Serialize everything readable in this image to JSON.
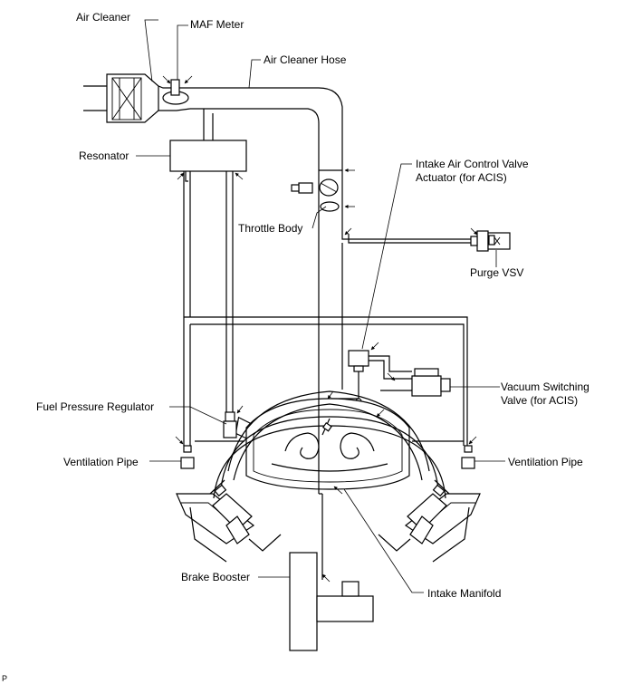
{
  "labels": {
    "air_cleaner": "Air Cleaner",
    "maf_meter": "MAF Meter",
    "air_cleaner_hose": "Air Cleaner Hose",
    "resonator": "Resonator",
    "intake_air_control_valve_actuator_line1": "Intake Air Control Valve",
    "intake_air_control_valve_actuator_line2": "Actuator (for ACIS)",
    "throttle_body": "Throttle Body",
    "purge_vsv": "Purge VSV",
    "vacuum_switching_valve_line1": "Vacuum Switching",
    "vacuum_switching_valve_line2": "Valve (for ACIS)",
    "fuel_pressure_regulator": "Fuel Pressure Regulator",
    "ventilation_pipe_left": "Ventilation Pipe",
    "ventilation_pipe_right": "Ventilation Pipe",
    "brake_booster": "Brake Booster",
    "intake_manifold": "Intake Manifold",
    "corner_code": "P"
  }
}
